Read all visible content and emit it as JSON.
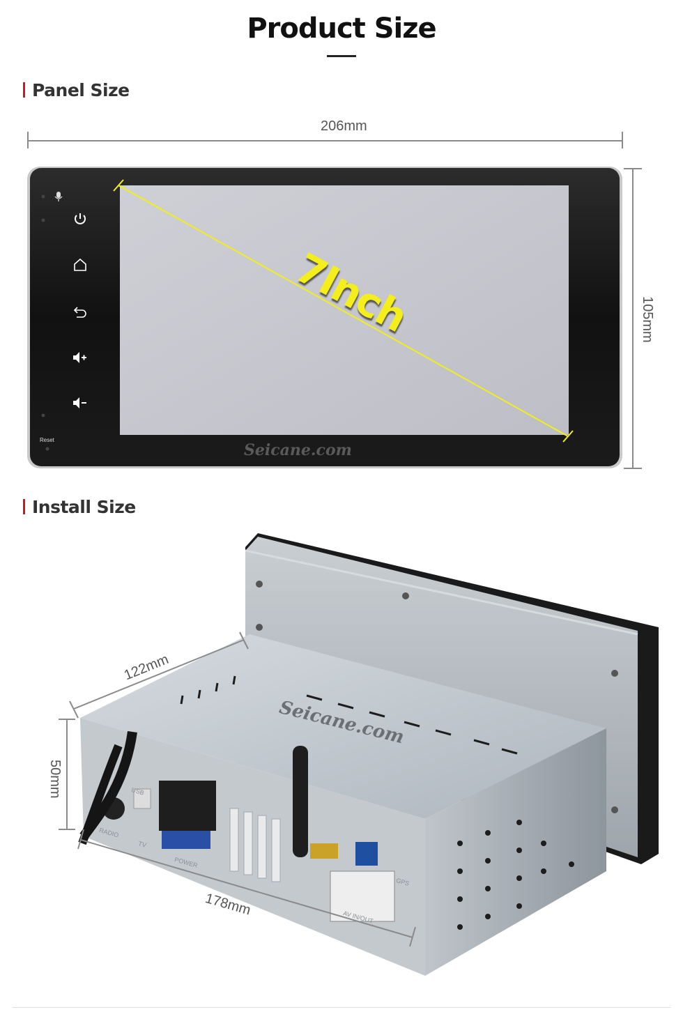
{
  "header": {
    "title": "Product Size"
  },
  "panel_section": {
    "heading": "Panel Size",
    "width_label": "206mm",
    "height_label": "105mm",
    "diagonal_label": "7Inch",
    "reset_label": "Reset",
    "brand_watermark": "Seicane.com",
    "buttons": [
      "mic-icon",
      "power-icon",
      "home-icon",
      "back-icon",
      "volume-up-icon",
      "volume-down-icon"
    ],
    "colors": {
      "diagonal": "#f2ee1e",
      "screen": "#c8c8d0",
      "bezel": "#151515"
    }
  },
  "install_section": {
    "heading": "Install Size",
    "depth_label": "122mm",
    "height_label": "50mm",
    "width_label": "178mm",
    "brand_watermark": "Seicane.com",
    "port_labels": [
      "RADIO",
      "TV",
      "POWER",
      "AV IN/OUT",
      "USB",
      "GPS"
    ]
  },
  "colors": {
    "accent": "#d6141b",
    "dimension_line": "#8a8a8a"
  }
}
